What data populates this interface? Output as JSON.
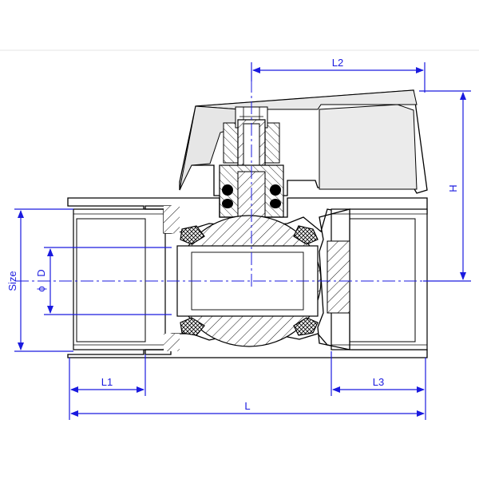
{
  "drawing": {
    "labels": {
      "L2": "L2",
      "H": "H",
      "Size": "Size",
      "D": "D",
      "phi": "ϕ",
      "L1": "L1",
      "L3": "L3",
      "L": "L"
    },
    "colors": {
      "dimension": "#1a1adf",
      "outline": "#000000",
      "hatch": "#000000",
      "knob": "#ebebeb",
      "background": "#ffffff"
    }
  }
}
